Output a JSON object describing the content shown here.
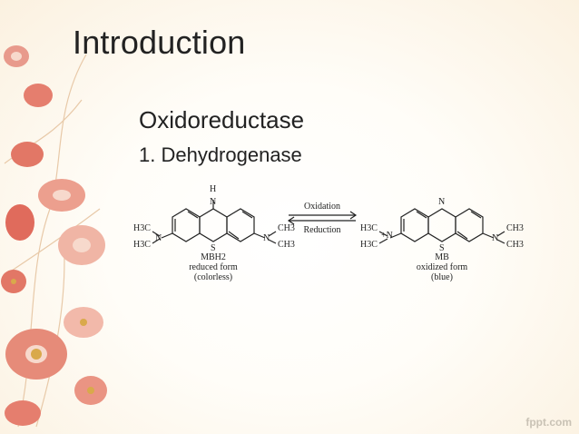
{
  "slide": {
    "title": "Introduction",
    "bullet_1": "Oxidoreductase",
    "bullet_2": "1. Dehydrogenase"
  },
  "reaction": {
    "forward_label": "Oxidation",
    "reverse_label": "Reduction",
    "left": {
      "top_atom_h": "H",
      "ring_n": "N",
      "ring_s": "S",
      "left_group_top": "H3C",
      "left_n": "N",
      "left_group_bottom": "H3C",
      "right_group_top": "CH3",
      "right_n": "N",
      "right_group_bottom": "CH3",
      "name": "MBH2",
      "form": "reduced form",
      "color": "(colorless)"
    },
    "right": {
      "ring_n": "N",
      "ring_s": "S",
      "left_group_top": "H3C",
      "left_n": "+N",
      "left_group_bottom": "H3C",
      "right_group_top": "CH3",
      "right_n": "N",
      "right_group_bottom": "CH3",
      "name": "MB",
      "form": "oxidized form",
      "color": "(blue)"
    }
  },
  "watermark": "fppt.com"
}
